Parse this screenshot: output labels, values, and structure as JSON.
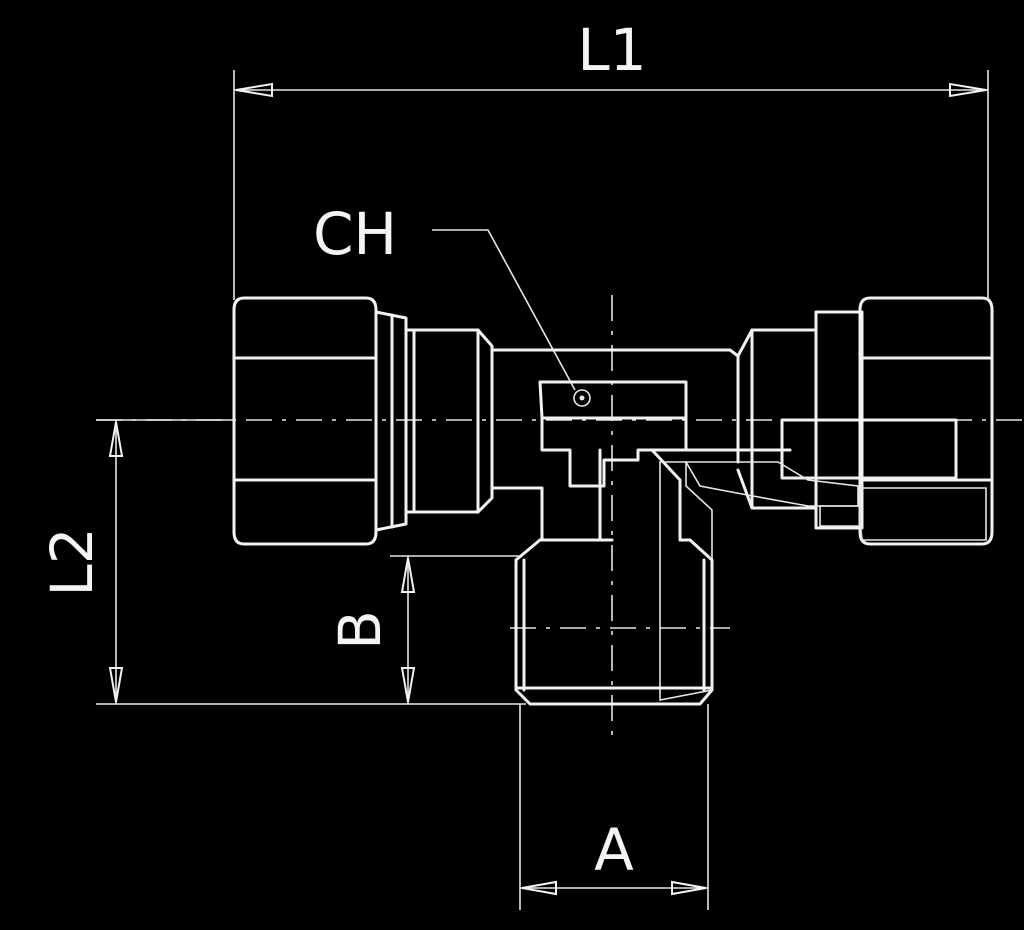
{
  "labels": {
    "l1": "L1",
    "ch": "CH",
    "l2": "L2",
    "b": "B",
    "a": "A"
  },
  "colors": {
    "background": "#000000",
    "line": "#f2f2f2"
  }
}
